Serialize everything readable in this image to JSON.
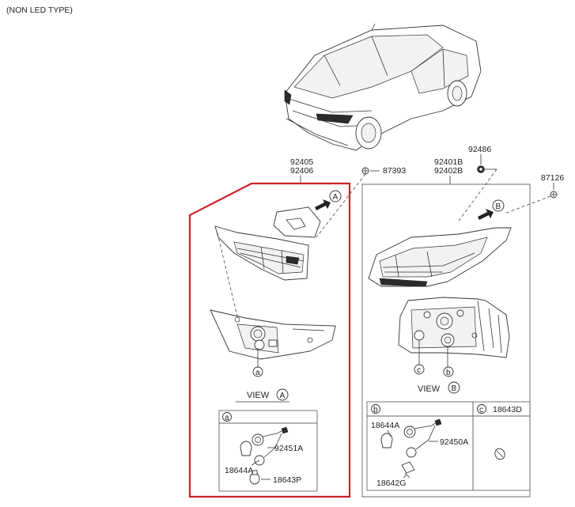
{
  "header": {
    "title": "(NON LED TYPE)"
  },
  "left_group": {
    "part_numbers": [
      "92405",
      "92406"
    ],
    "fastener": "87393",
    "view_callout": "A",
    "socket_callout": "a",
    "view_label": "VIEW",
    "view_letter": "A",
    "detail_box": {
      "tag": "a",
      "parts": [
        "92451A",
        "18644A",
        "18643P"
      ]
    },
    "highlight_color": "#cc2229"
  },
  "right_group": {
    "part_numbers": [
      "92401B",
      "92402B"
    ],
    "grommet": "92486",
    "screw": "87126",
    "view_callout": "B",
    "socket_callout_c": "c",
    "socket_callout_b": "b",
    "view_label": "VIEW",
    "view_letter": "B",
    "detail_box_b": {
      "tag": "b",
      "parts": [
        "18644A",
        "92450A",
        "18642G"
      ]
    },
    "detail_box_c": {
      "tag": "c",
      "parts": [
        "18643D"
      ]
    }
  }
}
